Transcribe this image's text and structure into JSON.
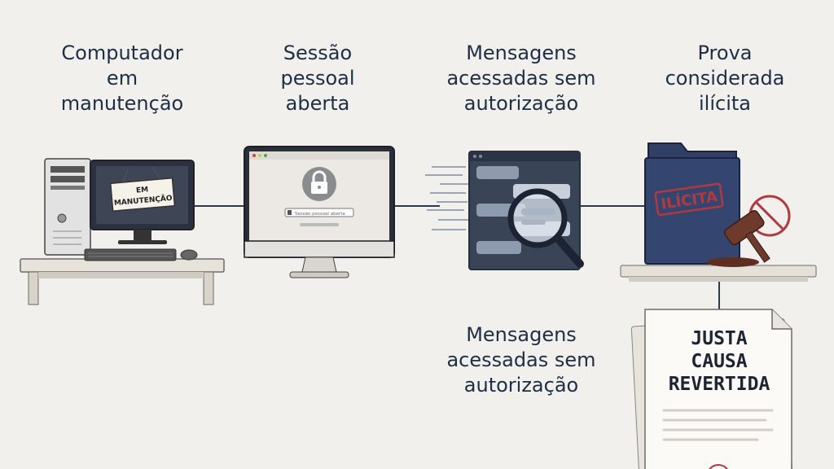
{
  "steps": [
    {
      "label": "Computador\nem\nmanutenção",
      "icon": "computer-icon",
      "sign": "EM\nMANUTENÇÃO"
    },
    {
      "label": "Sessão\npessoal\naberta",
      "icon": "lock-icon",
      "field_text": "Sessão pessoal aberta"
    },
    {
      "label": "Mensagens\nacessadas sem\nautorização",
      "icon": "magnifier-icon"
    },
    {
      "label": "Prova\nconsiderada\nilícita",
      "icon": "gavel-icon",
      "stamp": "ILÍCITA"
    }
  ],
  "repeated_label": "Mensagens\nacessadas sem\nautorização",
  "document": {
    "line1": "JUSTA",
    "line2": "CAUSA",
    "line3": "REVERTIDA"
  },
  "colors": {
    "navy": "#1f2f45",
    "red_stamp": "#a8353c",
    "background": "#f1f0ec"
  }
}
